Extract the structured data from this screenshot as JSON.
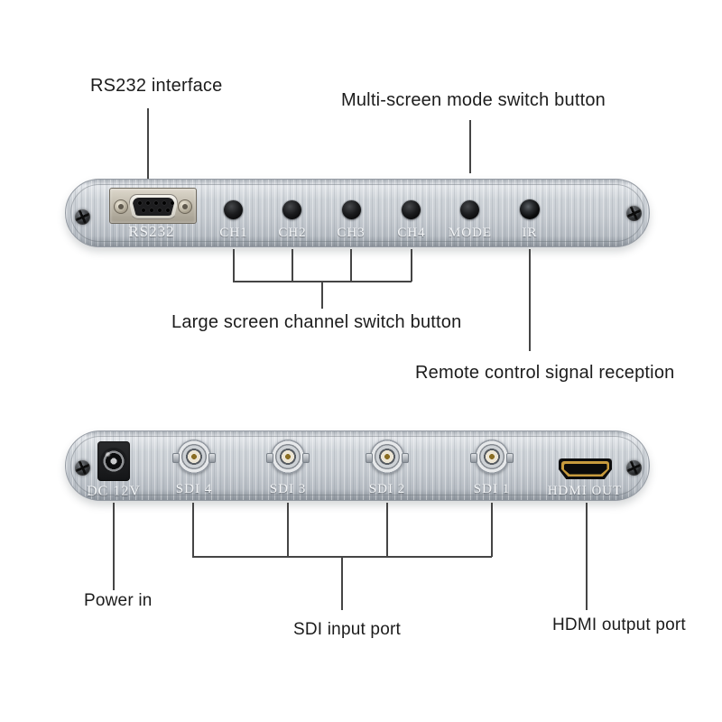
{
  "annotations": {
    "rs232_interface": "RS232 interface",
    "multi_screen_mode": "Multi-screen mode switch button",
    "channel_switch": "Large screen channel switch button",
    "remote_reception": "Remote control signal reception",
    "power_in": "Power in",
    "sdi_input": "SDI input port",
    "hdmi_output": "HDMI output port"
  },
  "front_panel": {
    "rs232_port_label": "RS232",
    "buttons": [
      {
        "label": "CH1"
      },
      {
        "label": "CH2"
      },
      {
        "label": "CH3"
      },
      {
        "label": "CH4"
      },
      {
        "label": "MODE"
      }
    ],
    "ir_port_label": "IR"
  },
  "back_panel": {
    "dc_port_label": "DC 12V",
    "sdi_ports": [
      {
        "label": "SDI 4"
      },
      {
        "label": "SDI 3"
      },
      {
        "label": "SDI 2"
      },
      {
        "label": "SDI 1"
      }
    ],
    "hdmi_port_label": "HDMI OUT"
  },
  "colors": {
    "panel_metal": "#c7ccd2",
    "annotation_line": "#454545",
    "panel_text": "#f3f5f7",
    "background": "#ffffff"
  }
}
